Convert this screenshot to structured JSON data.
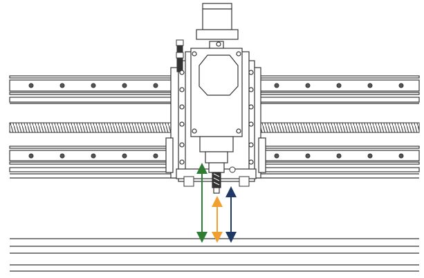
{
  "diagram": {
    "palette": {
      "line": "#333333",
      "rail_fill": "#ffffff",
      "screw": "#555555",
      "arrow_green": "#2e7d32",
      "arrow_orange": "#f0a030",
      "arrow_navy": "#1f3864"
    },
    "parts": [
      {
        "icon": "linear-rail-upper"
      },
      {
        "icon": "ball-screw"
      },
      {
        "icon": "linear-rail-lower"
      },
      {
        "icon": "stepper-motor"
      },
      {
        "icon": "z-axis-carriage-plate"
      },
      {
        "icon": "spindle-mount"
      },
      {
        "icon": "spindle-collet"
      },
      {
        "icon": "proximity-sensor"
      },
      {
        "icon": "work-surface"
      }
    ],
    "arrows": [
      {
        "icon": "double-arrow",
        "color": "#2e7d32"
      },
      {
        "icon": "double-arrow",
        "color": "#f0a030"
      },
      {
        "icon": "double-arrow",
        "color": "#1f3864"
      }
    ]
  }
}
